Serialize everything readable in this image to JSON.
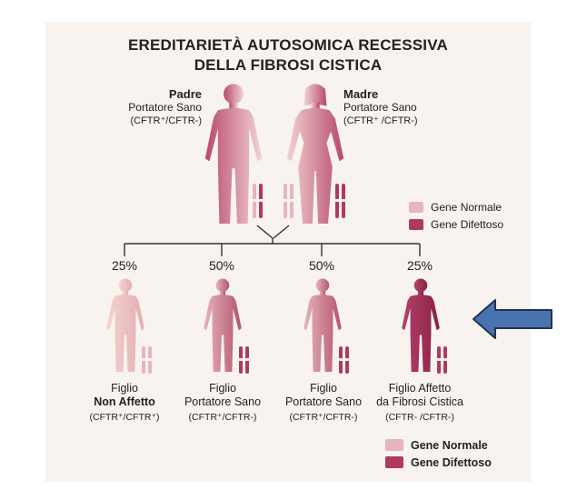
{
  "title": {
    "line1": "EREDITARIETÀ AUTOSOMICA RECESSIVA",
    "line2": "DELLA FIBROSI CISTICA"
  },
  "parents": {
    "father": {
      "name": "Padre",
      "status": "Portatore Sano",
      "genotype": "(CFTR⁺/CFTR-)"
    },
    "mother": {
      "name": "Madre",
      "status": "Portatore Sano",
      "genotype": "(CFTR⁺ /CFTR-)"
    }
  },
  "children": [
    {
      "percent": "25%",
      "line1": "Figlio",
      "line2": "Non Affetto",
      "genotype": "(CFTR⁺/CFTR⁺)"
    },
    {
      "percent": "50%",
      "line1": "Figlio",
      "line2": "Portatore Sano",
      "genotype": "(CFTR⁺/CFTR-)"
    },
    {
      "percent": "50%",
      "line1": "Figlio",
      "line2": "Portatore Sano",
      "genotype": "(CFTR⁺/CFTR-)"
    },
    {
      "percent": "25%",
      "line1": "Figlio Affetto",
      "line2": "da Fibrosi Cistica",
      "genotype": "(CFTR- /CFTR-)"
    }
  ],
  "legend": {
    "normal": "Gene Normale",
    "defective": "Gene Difettoso"
  },
  "colors": {
    "normal_gene": "#e8b4bd",
    "defective_gene": "#b03a5c",
    "body_light": "#edc7c9",
    "body_carrier": "#c9718a",
    "body_affected": "#9c2c4f",
    "arrow": "#4a72ae"
  }
}
